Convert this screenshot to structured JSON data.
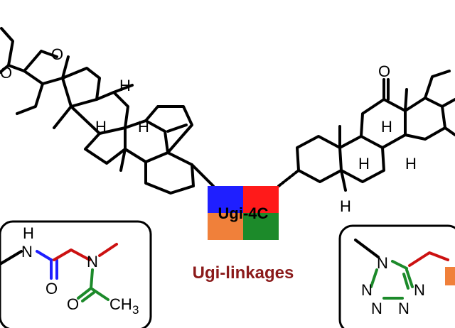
{
  "center": {
    "label": "Ugi-4C",
    "caption": "Ugi-linkages",
    "quadrant_colors": [
      "#1f1fff",
      "#ff1a1a",
      "#f0803a",
      "#1c8a2a"
    ],
    "caption_color": "#8b1a1a"
  },
  "left_steroid": {
    "atoms": {
      "o1": "O",
      "o2": "O",
      "h1": "H",
      "h2": "H",
      "h3": "H"
    }
  },
  "right_steroid": {
    "atoms": {
      "o1": "O",
      "h1": "H",
      "h2": "H",
      "h3": "H",
      "h4": "H"
    }
  },
  "amide_box": {
    "n1": "N",
    "h": "H",
    "n2": "N",
    "o1": "O",
    "o2": "O",
    "ch": "CH",
    "sub": "3",
    "colors": {
      "blue": "#1f1fff",
      "red": "#cc1111",
      "green": "#1c8a2a"
    }
  },
  "tetrazole_box": {
    "n1": "N",
    "n2": "N",
    "n3": "N",
    "n4": "N",
    "n5": "N",
    "colors": {
      "blue": "#1f1fff",
      "green": "#1c8a2a",
      "orange": "#f0803a"
    }
  }
}
